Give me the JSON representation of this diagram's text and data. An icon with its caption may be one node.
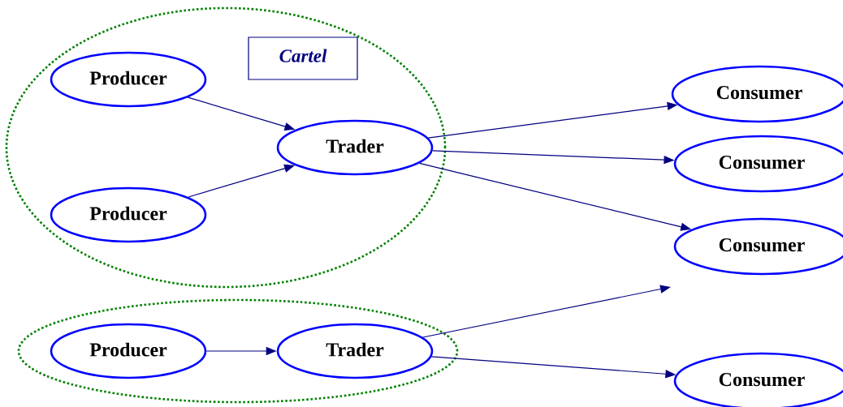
{
  "diagram": {
    "nodes": [
      {
        "text": [],
        "shape": "ellipse"
      },
      {
        "text": [
          "Cartel"
        ],
        "in": 0
      },
      {
        "text": [
          "Producer"
        ],
        "in": 0
      },
      {
        "text": [
          "Producer"
        ],
        "in": 0
      },
      {
        "text": [
          "Trader"
        ],
        "in": 0
      },
      {
        "text": [
          "Consumer"
        ]
      },
      {
        "text": [
          "Consumer"
        ]
      },
      {
        "text": [
          "Consumer"
        ]
      },
      {
        "text": [],
        "shape": "ellipse"
      },
      {
        "text": [
          "Producer"
        ],
        "in": 8
      },
      {
        "text": [
          "Trader"
        ],
        "in": 8
      },
      {
        "text": [
          "Consumer"
        ]
      }
    ],
    "edges": [
      {
        "from": 2,
        "to": 4,
        "arrow": "to"
      },
      {
        "from": 3,
        "to": 4,
        "arrow": "to"
      },
      {
        "from": 4,
        "to": 5,
        "arrow": "to"
      },
      {
        "from": 4,
        "to": 6,
        "arrow": "to"
      },
      {
        "from": 4,
        "to": 7,
        "arrow": "to"
      },
      {
        "from": 9,
        "to": 10,
        "arrow": "to"
      },
      {
        "from": 10,
        "to": null,
        "arrow": "to"
      },
      {
        "from": 10,
        "to": 11,
        "arrow": "to"
      }
    ]
  }
}
